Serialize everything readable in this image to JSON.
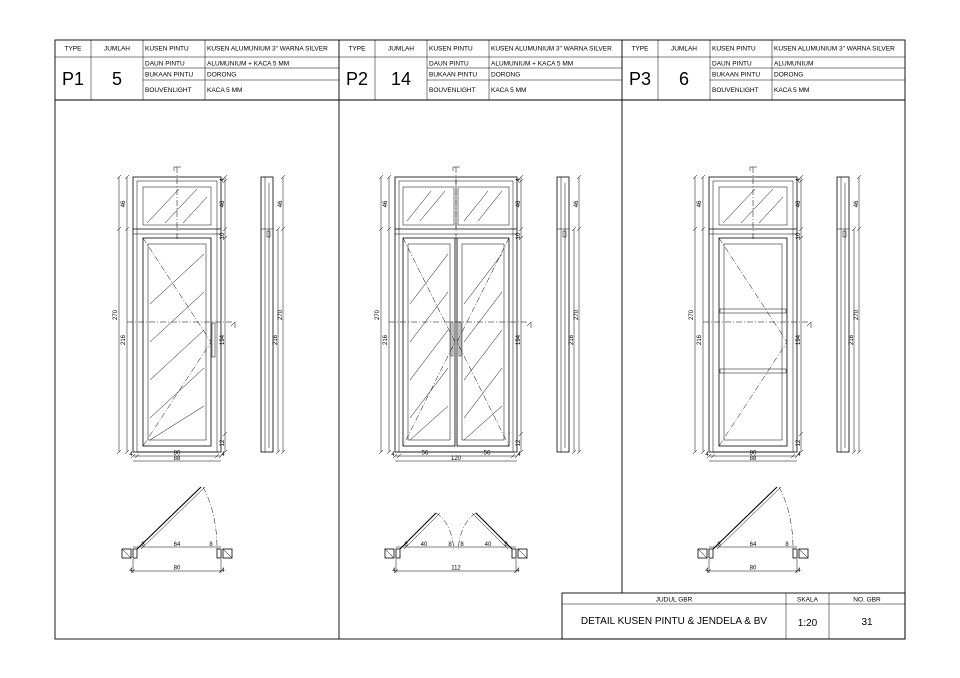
{
  "schedule": {
    "col_labels": {
      "type": "TYPE",
      "qty": "JUMLAH"
    },
    "panels": [
      {
        "code": "P1",
        "qty": "5",
        "rows": [
          [
            "KUSEN PINTU",
            "KUSEN ALUMUNIUM 3\" WARNA SILVER"
          ],
          [
            "DAUN PINTU",
            "ALUMUNIUM + KACA 5 MM"
          ],
          [
            "BUKAAN PINTU",
            "DORONG"
          ],
          [
            "BOUVENLIGHT",
            "KACA 5 MM"
          ]
        ],
        "elevation": {
          "h_total": "270",
          "h_top": "46",
          "h_door": "216",
          "h_inner": "194",
          "h_top_edge": "4",
          "h_mid": "10",
          "h_bot": "12",
          "w_inner": "80",
          "w_total": "88",
          "w_side": "4",
          "side_total": "270",
          "side_door": "216",
          "side_top": "46"
        },
        "plan": {
          "open": "64",
          "w": "80",
          "side_a": "8",
          "side_b": "8",
          "edge": "4"
        }
      },
      {
        "code": "P2",
        "qty": "14",
        "rows": [
          [
            "KUSEN PINTU",
            "KUSEN ALUMUNIUM 3\" WARNA SILVER"
          ],
          [
            "DAUN PINTU",
            "ALUMUNIUM + KACA 5 MM"
          ],
          [
            "BUKAAN PINTU",
            "DORONG"
          ],
          [
            "BOUVENLIGHT",
            "KACA 5 MM"
          ]
        ],
        "elevation": {
          "h_total": "270",
          "h_top": "46",
          "h_door": "216",
          "h_inner": "194",
          "h_top_edge": "4",
          "h_mid": "10",
          "h_bot": "12",
          "w_leaf": "56",
          "w_total": "120",
          "w_side": "4",
          "side_total": "270",
          "side_door": "216",
          "side_top": "46"
        },
        "plan": {
          "open_left": "40",
          "open_right": "40",
          "w": "112",
          "side_a": "8",
          "side_b": "8",
          "edge": "4"
        }
      },
      {
        "code": "P3",
        "qty": "6",
        "rows": [
          [
            "KUSEN PINTU",
            "KUSEN ALUMUNIUM 3\" WARNA SILVER"
          ],
          [
            "DAUN PINTU",
            "ALUMUNIUM"
          ],
          [
            "BUKAAN PINTU",
            "DORONG"
          ],
          [
            "BOUVENLIGHT",
            "KACA 5 MM"
          ]
        ],
        "elevation": {
          "h_total": "270",
          "h_top": "46",
          "h_door": "216",
          "h_inner": "194",
          "h_top_edge": "4",
          "h_mid": "10",
          "h_bot": "12",
          "w_inner": "80",
          "w_total": "88",
          "w_side": "4",
          "side_total": "270",
          "side_door": "216",
          "side_top": "46"
        },
        "plan": {
          "open": "64",
          "w": "80",
          "side_a": "8",
          "side_b": "8",
          "edge": "4"
        }
      }
    ]
  },
  "title_block": {
    "title_label": "JUDUL GBR",
    "title": "DETAIL KUSEN PINTU & JENDELA & BV",
    "scale_label": "SKALA",
    "scale": "1:20",
    "sheet_label": "NO. GBR",
    "sheet_no": "31"
  }
}
